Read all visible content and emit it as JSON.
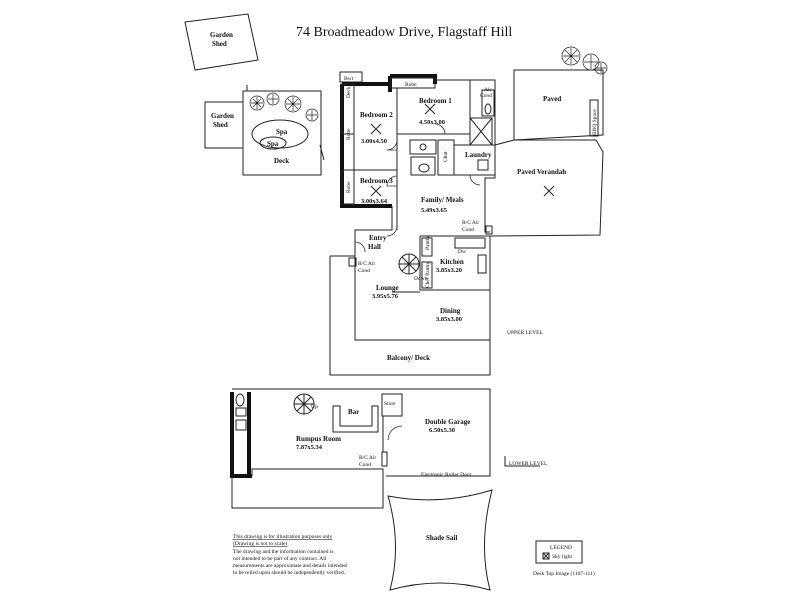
{
  "title": "74 Broadmeadow Drive,  Flagstaff Hill",
  "rooms": {
    "garden_shed_top": [
      "Garden",
      "Shed"
    ],
    "garden_shed_left": [
      "Garden",
      "Shed"
    ],
    "spa_outer": "Spa",
    "spa_inner": "Spa",
    "deck": "Deck",
    "rwt": "Rwt",
    "robe_top": "Robe",
    "bedroom1": {
      "name": "Bedroom 1",
      "dim": "4.50x3.00"
    },
    "bedroom2": {
      "name": "Bedroom 2",
      "dim": "3.00x4.50"
    },
    "bedroom3": {
      "name": "Bedroom 3",
      "dim": "3.00x3.64"
    },
    "robe_b2": "Robe",
    "robe_b3": "Robe",
    "deck_vertical": "Deck",
    "air_cond_top": [
      "Air",
      "Cond"
    ],
    "laundry": "Laundry",
    "chute": "Chut",
    "paved": "Paved",
    "bbq_space": "BBQ Space",
    "paved_verandah": "Paved Verandah",
    "family_meals": {
      "name": "Family/ Meals",
      "dim": "5.49x3.65"
    },
    "rc_air_cond_right": [
      "R/C Air",
      "Cond"
    ],
    "entry_hall": [
      "Entry",
      "Hall"
    ],
    "kitchen": {
      "name": "Kitchen",
      "dim": "3.85x3.20"
    },
    "dw": "Dw",
    "pantry": "Pantry",
    "chef_pantry": "Chef Pantry",
    "rc_air_cond_left": [
      "R/C Air",
      "Cond"
    ],
    "down": "Down",
    "lounge": {
      "name": "Lounge",
      "dim": "3.95x5.76"
    },
    "dining": {
      "name": "Dining",
      "dim": "3.85x3.00"
    },
    "upper_level": "UPPER LEVEL",
    "balcony": "Balcony/ Deck",
    "up": "Up",
    "bar": "Bar",
    "store": "Store",
    "rumpus": {
      "name": "Rumpus Room",
      "dim": "7.87x5.34"
    },
    "double_garage": {
      "name": "Double Garage",
      "dim": "6.50x5.30"
    },
    "rc_air_cond_lower": [
      "R/C Air",
      "Cond"
    ],
    "electronic_roller_door": "Electronic Roller Door",
    "lower_level": "LOWER LEVEL",
    "shade_sail": "Shade Sail"
  },
  "disclaimer": {
    "line1": "This drawing is for illustration purposes only",
    "line2": "(Drawing is not to scale)",
    "body": [
      "The drawing and the information contained is",
      "not intended to be part of any contract.  All",
      "measurements are approximate and details intended",
      "to be relied upon should be independently verified."
    ]
  },
  "legend": {
    "title": "LEGEND",
    "item": "Sky light"
  },
  "credit": "Desk Top Image (1107-111)"
}
